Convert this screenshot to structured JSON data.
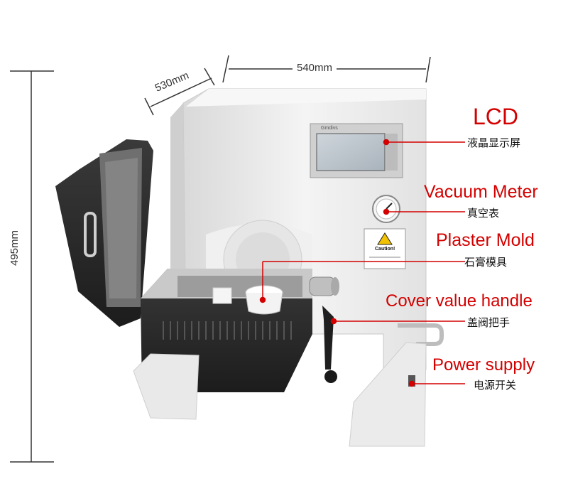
{
  "dimensions": {
    "height": "495mm",
    "depth": "530mm",
    "width": "540mm"
  },
  "panel": {
    "brand": "Gmdivs",
    "caution": "Caution!"
  },
  "callouts": [
    {
      "en": "LCD",
      "zh": "液晶显示屏"
    },
    {
      "en": "Vacuum Meter",
      "zh": "真空表"
    },
    {
      "en": "Plaster Mold",
      "zh": "石膏模具"
    },
    {
      "en": "Cover value handle",
      "zh": "盖阀把手"
    },
    {
      "en": "Power supply",
      "zh": "电源开关"
    }
  ],
  "colors": {
    "callout_text": "#d40000",
    "callout_line": "#d40000",
    "machine_body": "#eeeeee",
    "machine_dark": "#2b2b2b"
  }
}
